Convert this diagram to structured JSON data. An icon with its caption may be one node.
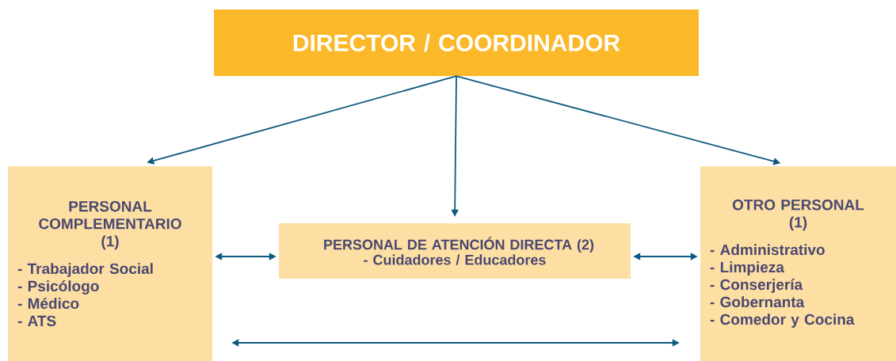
{
  "diagram": {
    "nodes": [
      {
        "text": [
          "DIRECTOR / COORDINADOR"
        ]
      },
      {
        "text": [
          "PERSONAL COMPLEMENTARIO (1)",
          "- Trabajador Social",
          "- Psicólogo",
          "- Médico",
          "- ATS"
        ]
      },
      {
        "text": [
          "PERSONAL DE ATENCIÓN DIRECTA (2)",
          "- Cuidadores / Educadores"
        ]
      },
      {
        "text": [
          "OTRO PERSONAL (1)",
          "- Administrativo",
          "- Limpieza",
          "- Conserjería",
          "- Gobernanta",
          "- Comedor y Cocina"
        ]
      }
    ],
    "edges": [
      {
        "from": 0,
        "to": 1,
        "arrow": "to"
      },
      {
        "from": 0,
        "to": 2,
        "arrow": "to"
      },
      {
        "from": 0,
        "to": 3,
        "arrow": "to"
      },
      {
        "from": 1,
        "to": 2,
        "arrow": "both"
      },
      {
        "from": 2,
        "to": 3,
        "arrow": "both"
      },
      {
        "from": 1,
        "to": 3,
        "arrow": "both"
      }
    ]
  }
}
